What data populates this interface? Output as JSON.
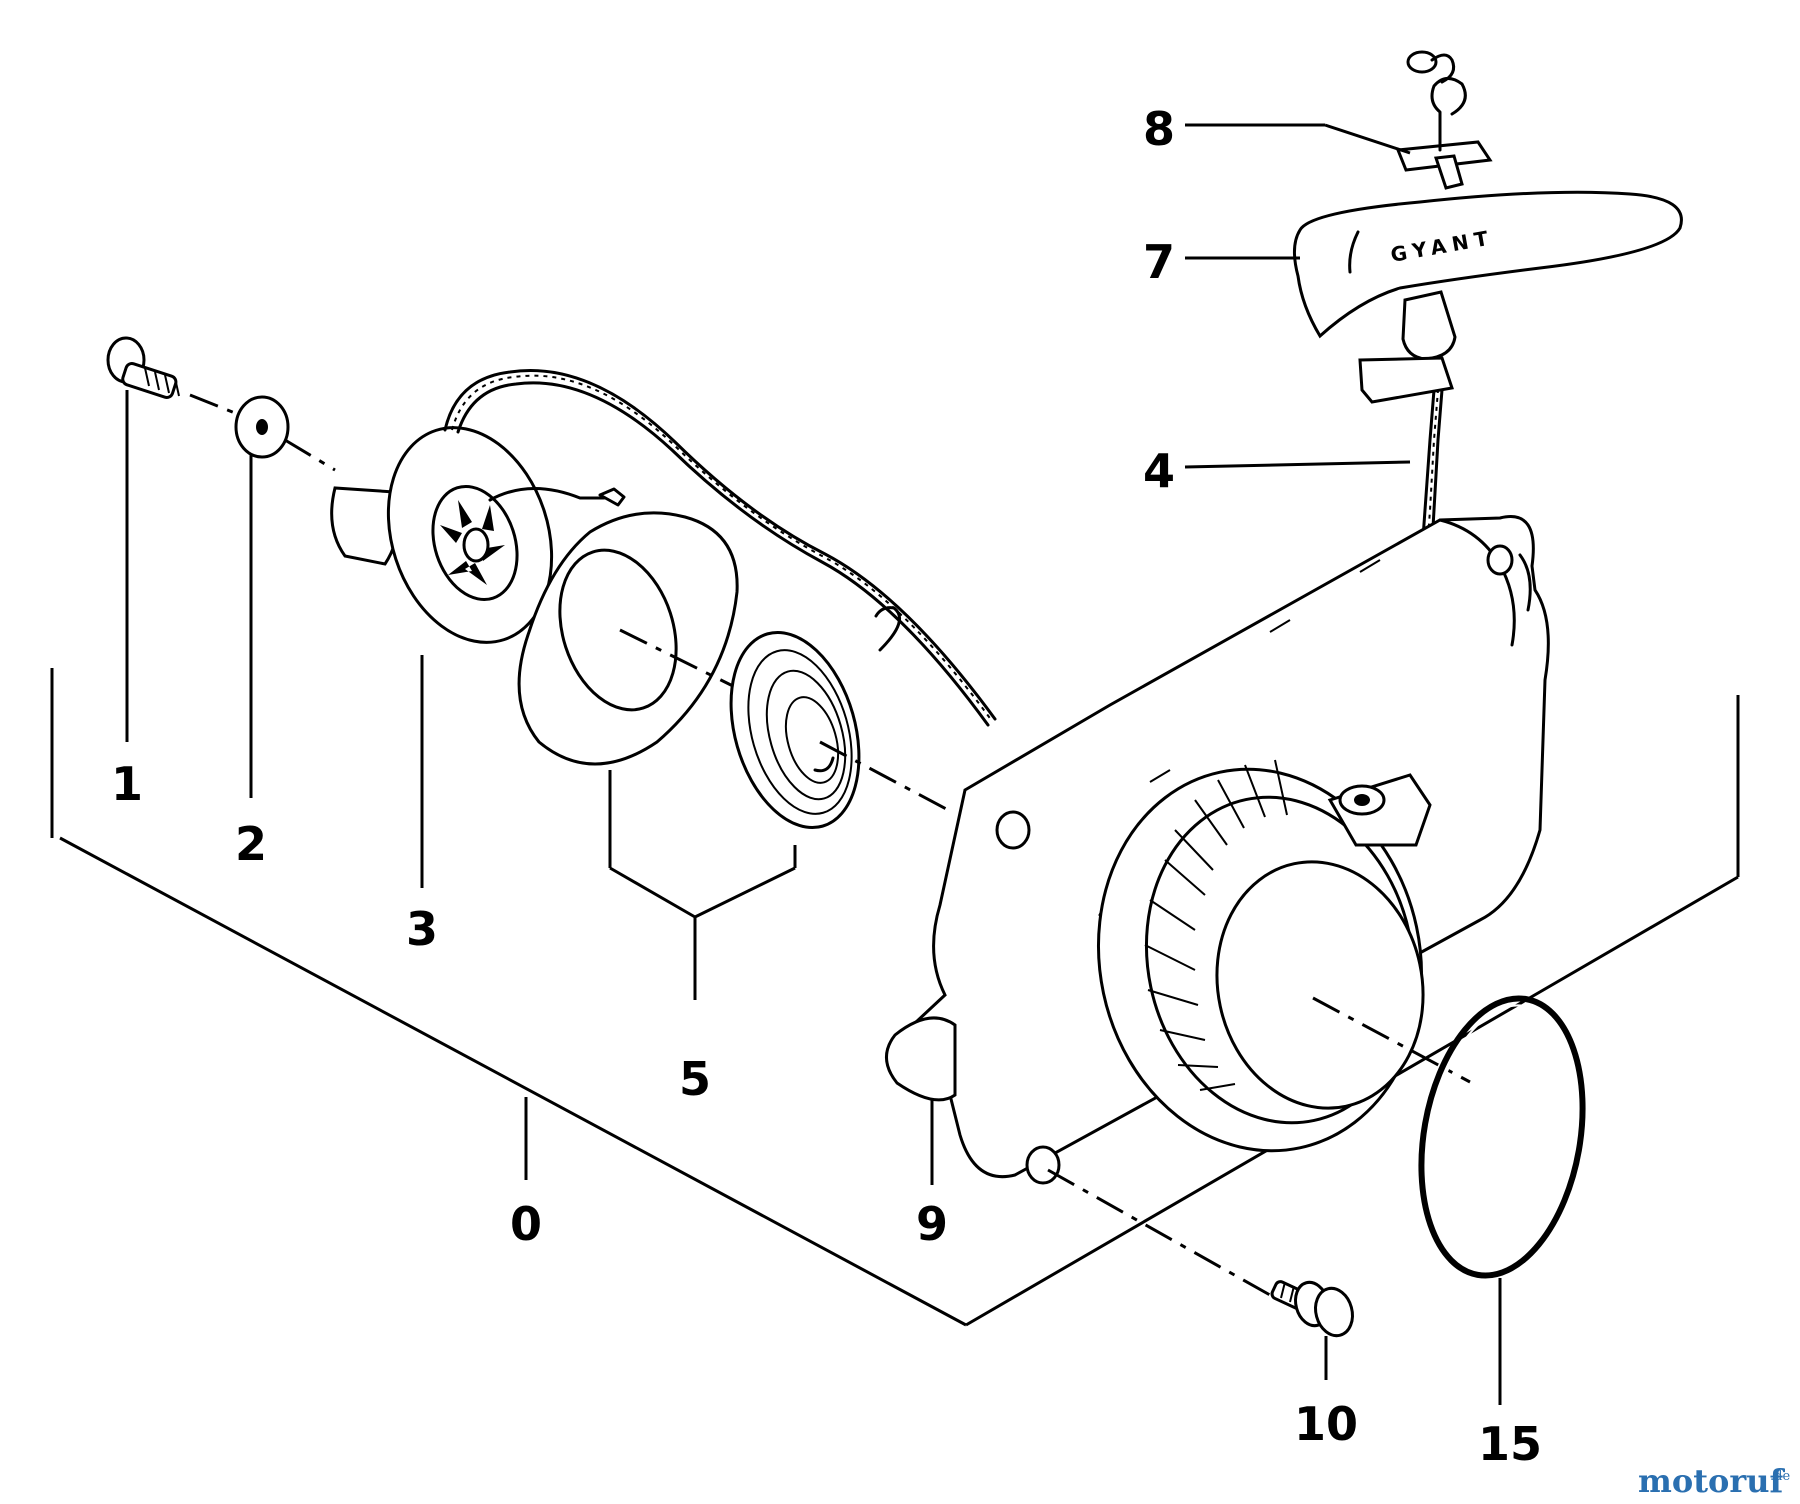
{
  "callouts": {
    "c0": "0",
    "c1": "1",
    "c2": "2",
    "c3": "3",
    "c4": "4",
    "c5": "5",
    "c7": "7",
    "c8": "8",
    "c9": "9",
    "c10": "10",
    "c15": "15"
  },
  "handle_brand": "GYANT",
  "watermark": {
    "main": "motoruf",
    "suffix": ".de"
  },
  "colors": {
    "ink": "#000000",
    "background": "#ffffff",
    "watermark": "#2a6fb0"
  }
}
